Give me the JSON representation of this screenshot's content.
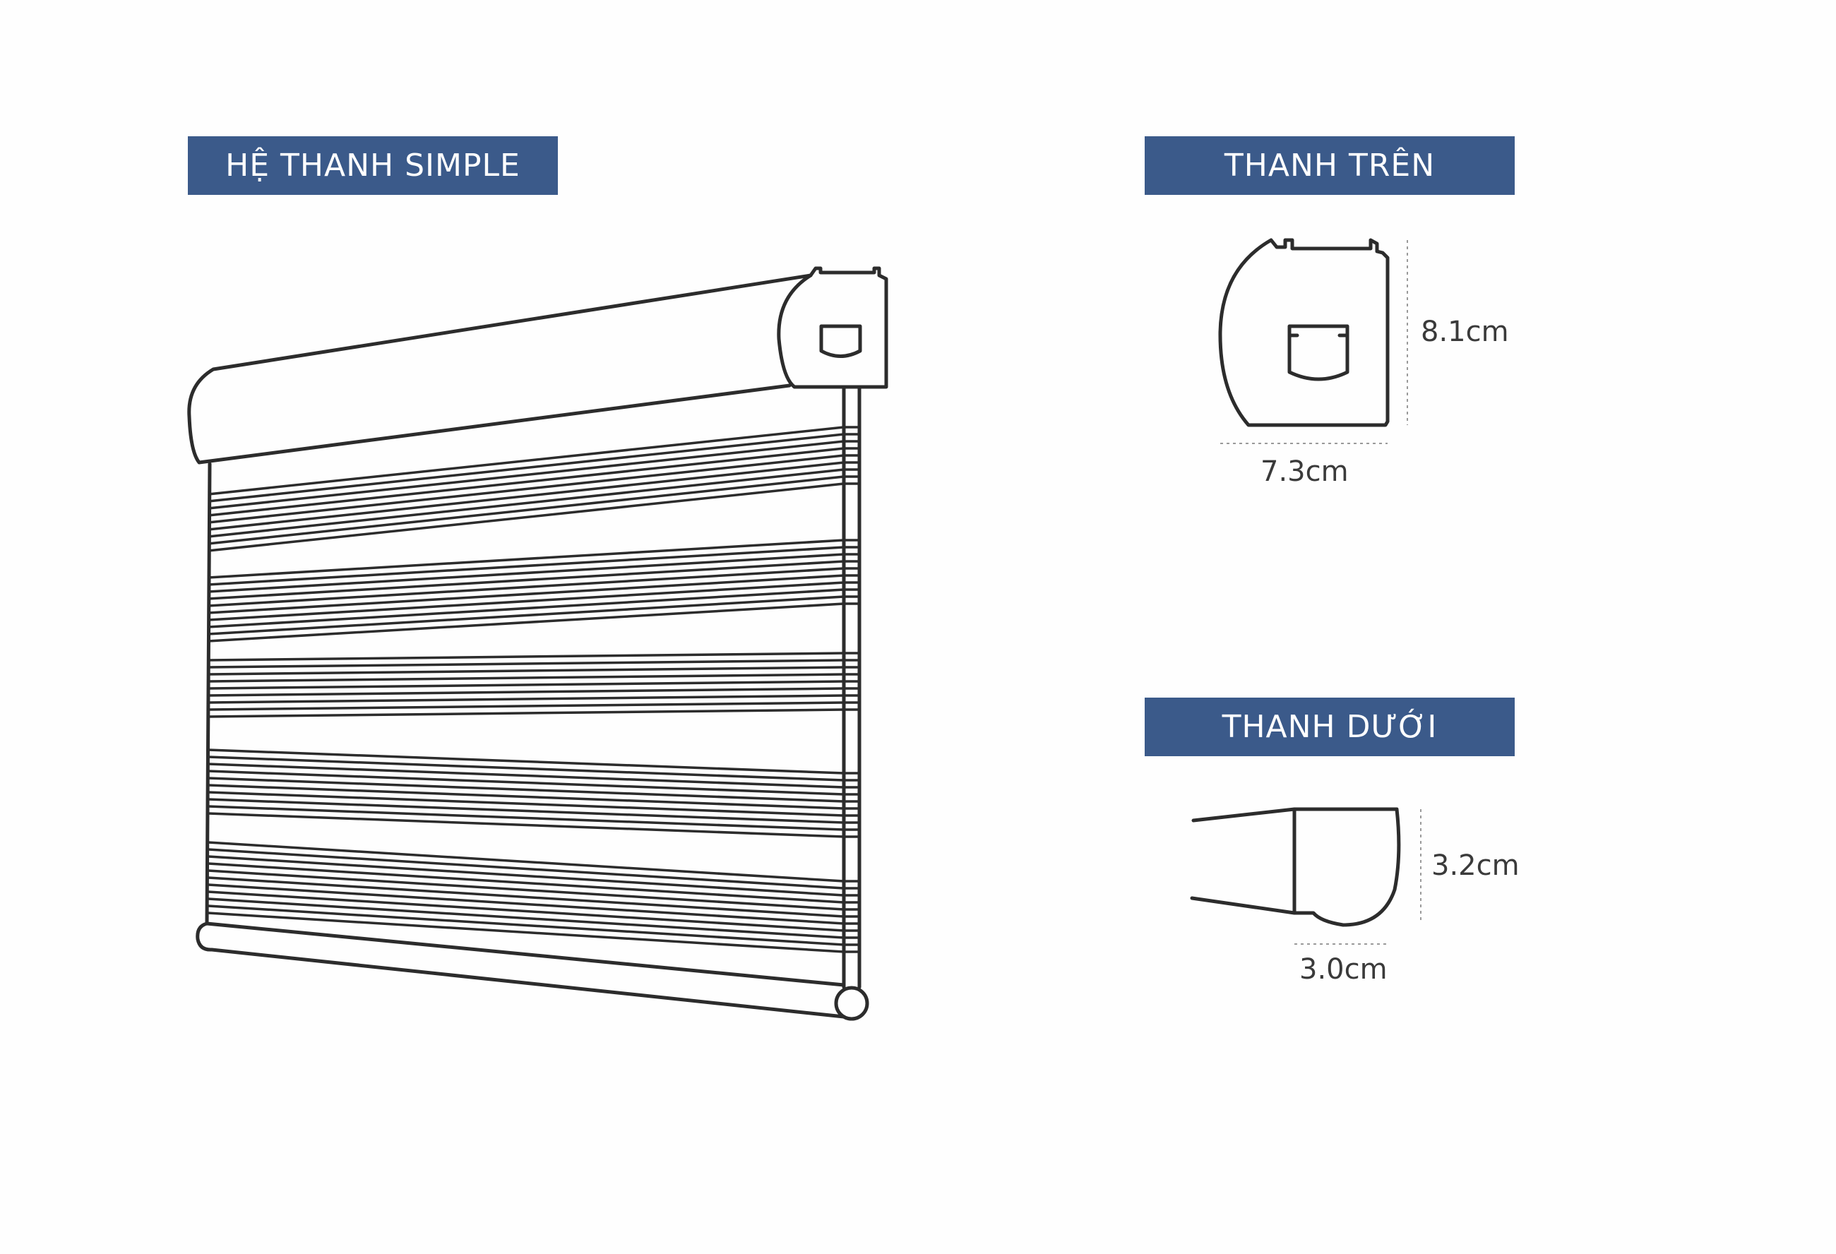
{
  "labels": {
    "main": "HỆ THANH SIMPLE",
    "top_bar": "THANH TRÊN",
    "bottom_bar": "THANH DƯỚI"
  },
  "dimensions": {
    "top_height": "8.1cm",
    "top_width": "7.3cm",
    "bottom_height": "3.2cm",
    "bottom_width": "3.0cm"
  },
  "colors": {
    "label_background": "#3b5a8a",
    "label_text": "#ffffff",
    "line": "#2c2c2c"
  }
}
